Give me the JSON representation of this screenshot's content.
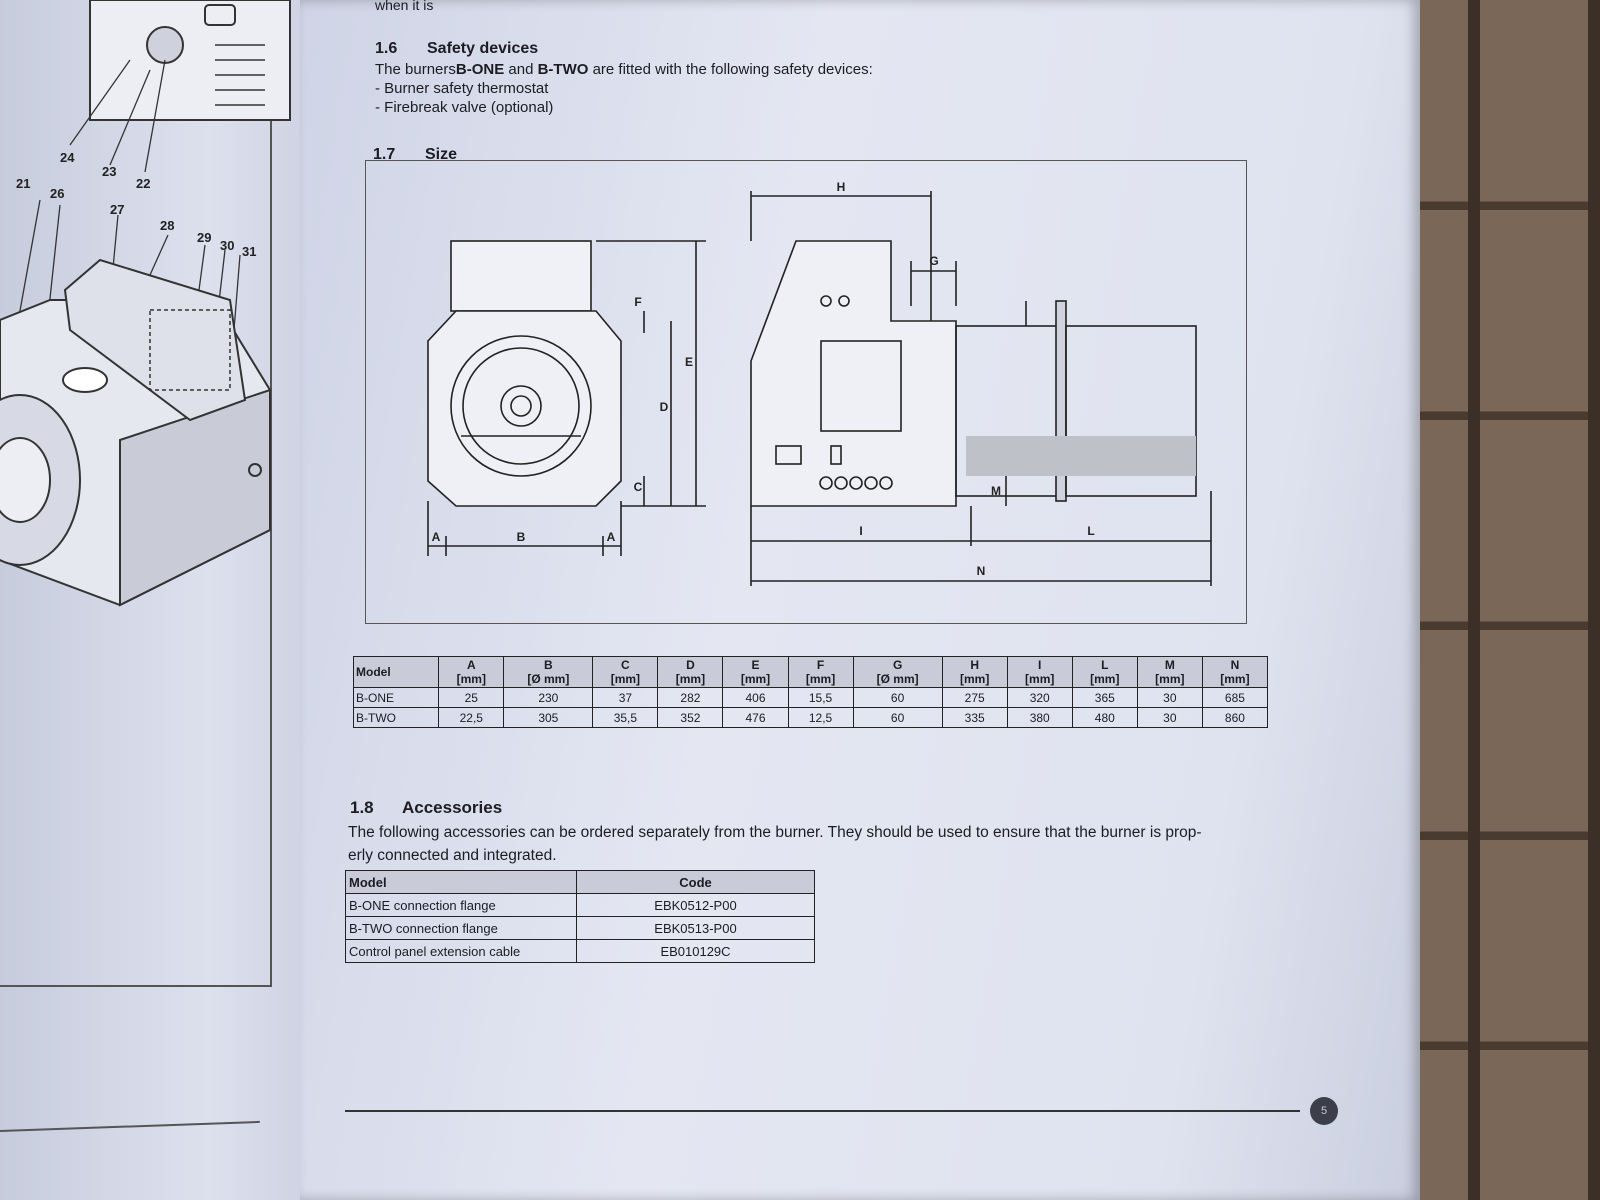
{
  "top_fragment": "when it is",
  "left_callouts": [
    "24",
    "23",
    "22",
    "21",
    "26",
    "27",
    "28",
    "29",
    "30",
    "31"
  ],
  "section_1_6": {
    "number": "1.6",
    "title": "Safety devices",
    "intro_prefix": "The burners",
    "intro_b_one": "B-ONE",
    "intro_and": " and ",
    "intro_b_two": "B-TWO",
    "intro_suffix": " are fitted with the following safety devices:",
    "items": [
      "- Burner safety thermostat",
      "- Firebreak valve (optional)"
    ]
  },
  "section_1_7": {
    "number": "1.7",
    "title": "Size"
  },
  "diagram_labels": {
    "front": [
      "A",
      "B",
      "A",
      "C",
      "D",
      "E",
      "F"
    ],
    "side": [
      "H",
      "G",
      "I",
      "L",
      "M",
      "N"
    ]
  },
  "dims_table": {
    "header_model": "Model",
    "columns": [
      {
        "letter": "A",
        "unit": "[mm]"
      },
      {
        "letter": "B",
        "unit": "[Ø mm]"
      },
      {
        "letter": "C",
        "unit": "[mm]"
      },
      {
        "letter": "D",
        "unit": "[mm]"
      },
      {
        "letter": "E",
        "unit": "[mm]"
      },
      {
        "letter": "F",
        "unit": "[mm]"
      },
      {
        "letter": "G",
        "unit": "[Ø mm]"
      },
      {
        "letter": "H",
        "unit": "[mm]"
      },
      {
        "letter": "I",
        "unit": "[mm]"
      },
      {
        "letter": "L",
        "unit": "[mm]"
      },
      {
        "letter": "M",
        "unit": "[mm]"
      },
      {
        "letter": "N",
        "unit": "[mm]"
      }
    ],
    "rows": [
      {
        "model": "B-ONE",
        "values": [
          "25",
          "230",
          "37",
          "282",
          "406",
          "15,5",
          "60",
          "275",
          "320",
          "365",
          "30",
          "685"
        ]
      },
      {
        "model": "B-TWO",
        "values": [
          "22,5",
          "305",
          "35,5",
          "352",
          "476",
          "12,5",
          "60",
          "335",
          "380",
          "480",
          "30",
          "860"
        ]
      }
    ]
  },
  "section_1_8": {
    "number": "1.8",
    "title": "Accessories",
    "text_line1": "The following accessories can be ordered separately from the burner. They should be used to ensure that the burner is prop-",
    "text_line2": "erly connected and integrated."
  },
  "acc_table": {
    "header_model": "Model",
    "header_code": "Code",
    "rows": [
      {
        "model": "B-ONE connection flange",
        "code": "EBK0512-P00"
      },
      {
        "model": "B-TWO connection flange",
        "code": "EBK0513-P00"
      },
      {
        "model": "Control panel extension cable",
        "code": "EB010129C"
      }
    ]
  },
  "page_number": "5"
}
